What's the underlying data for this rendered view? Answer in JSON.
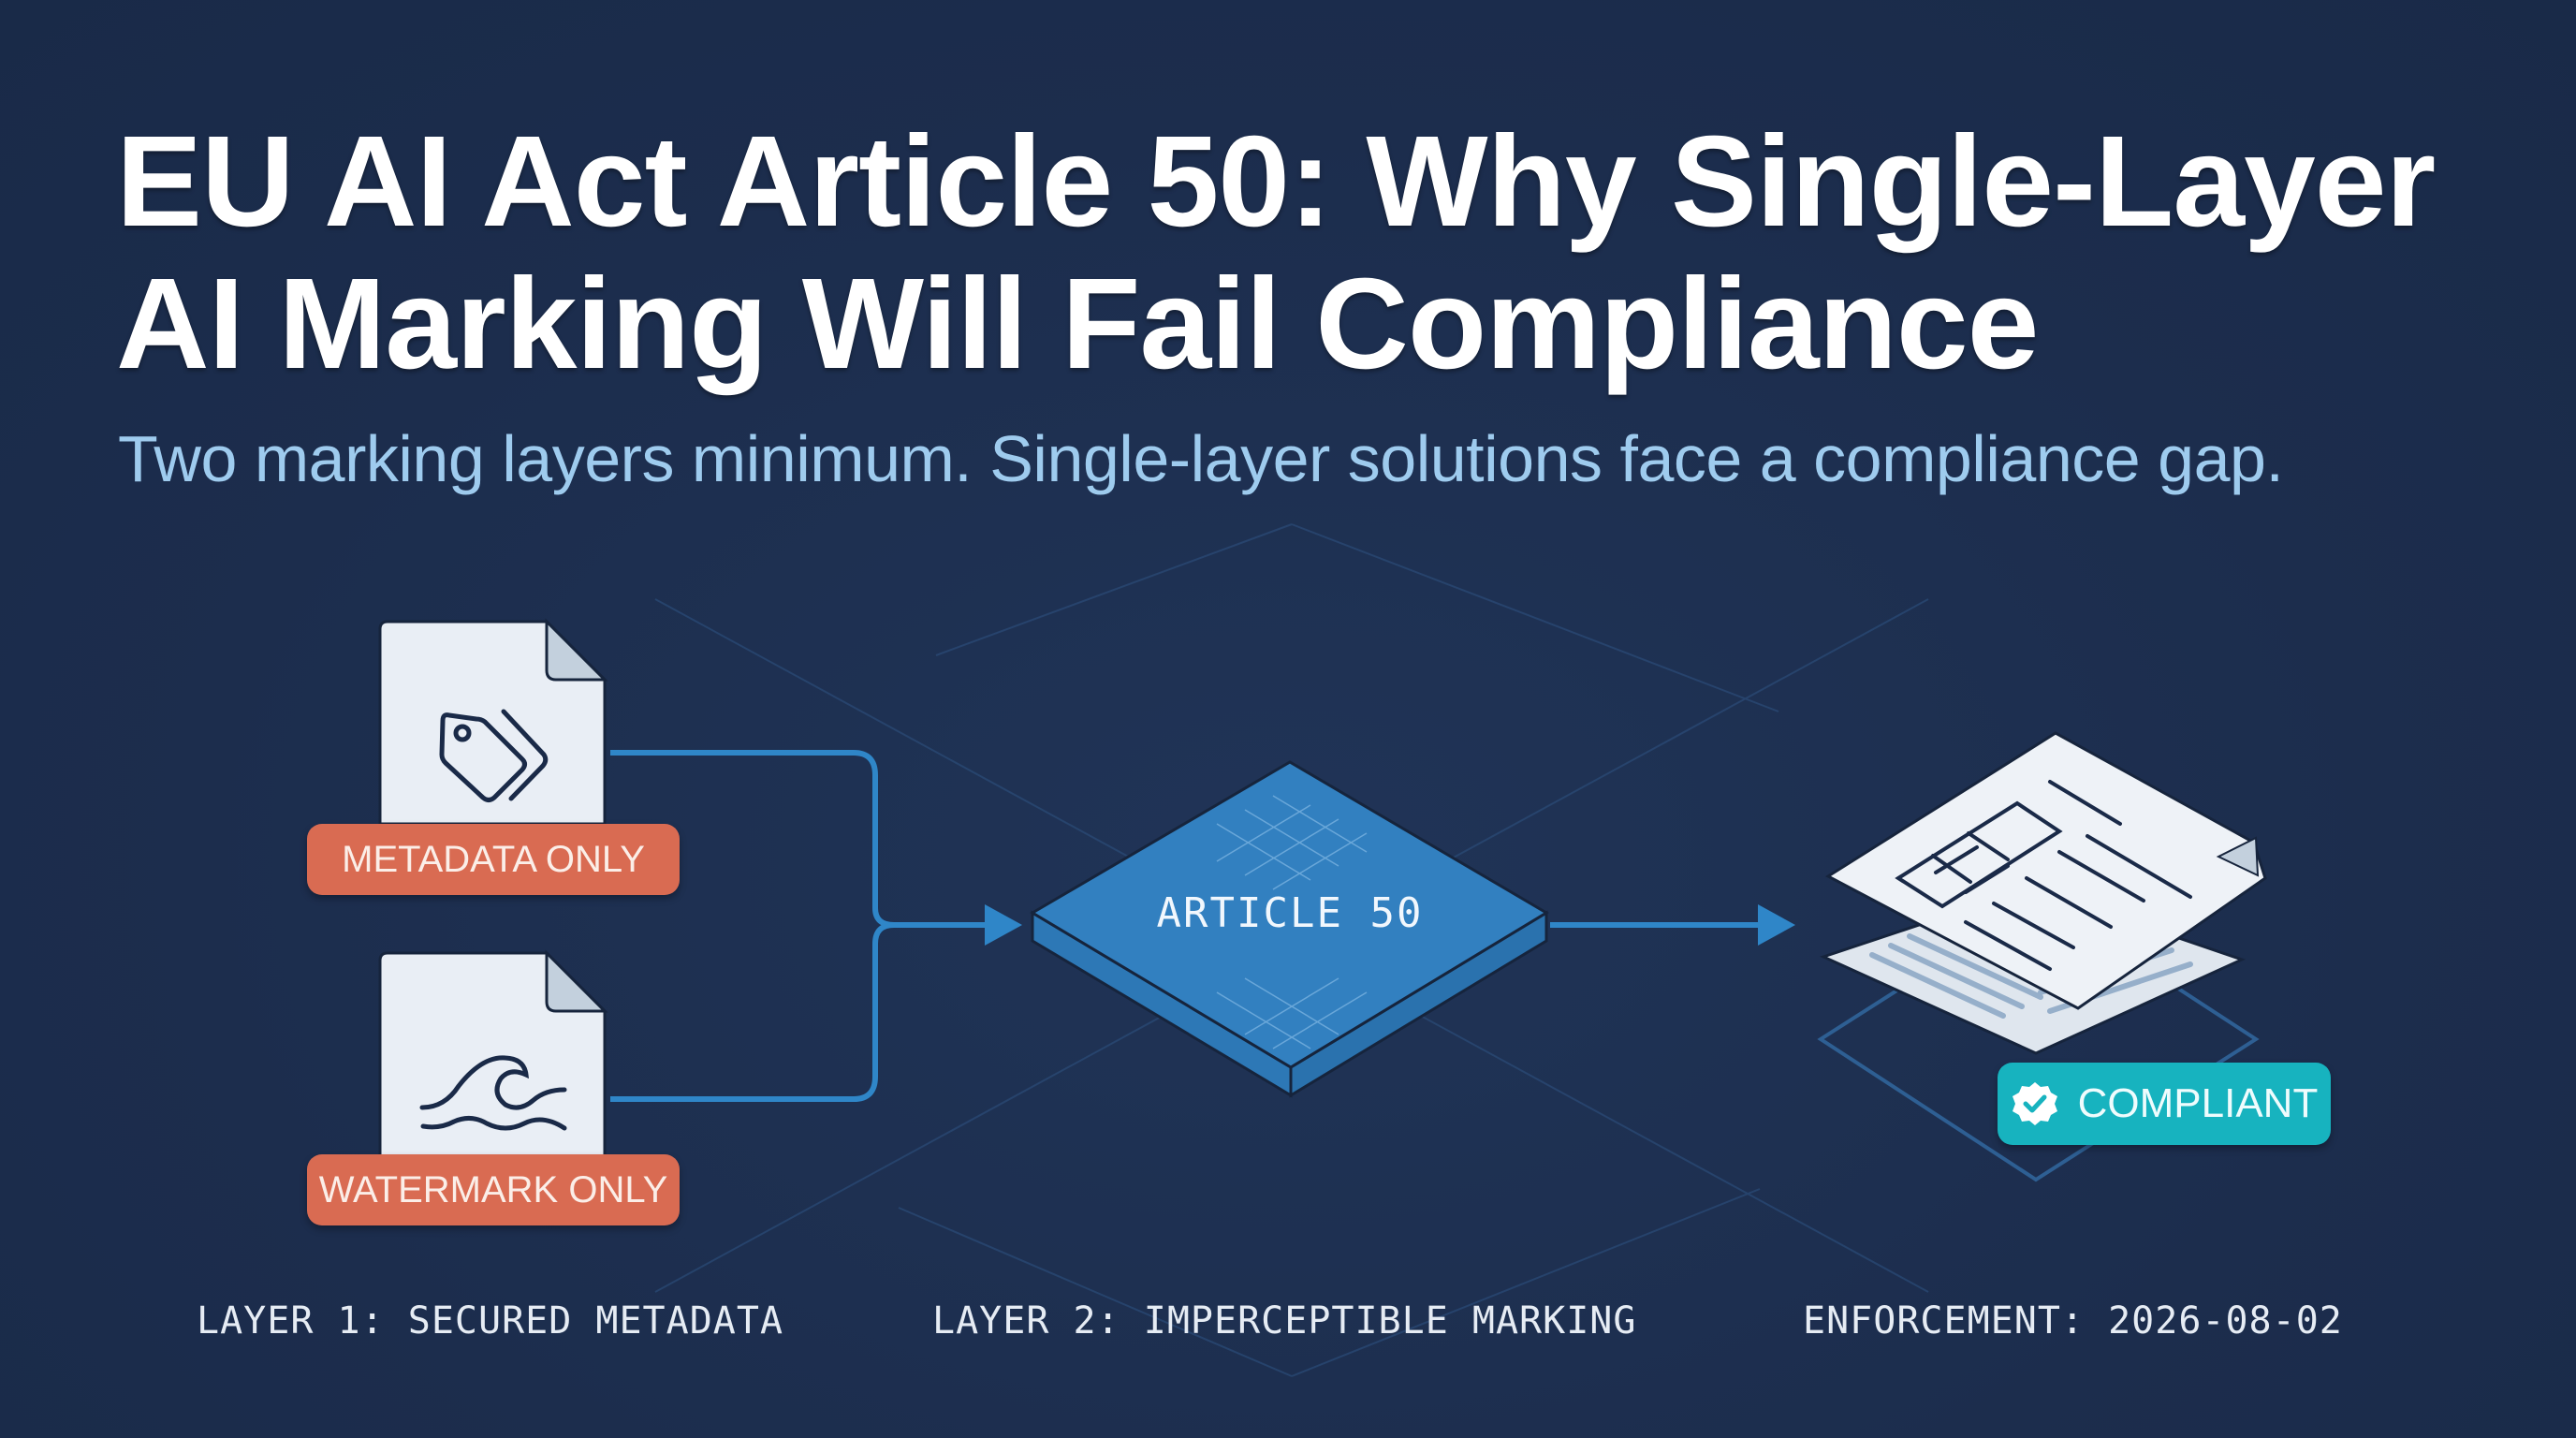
{
  "header": {
    "title_line1": "EU AI Act Article 50: Why Single-Layer",
    "title_line2": "AI Marking Will Fail Compliance",
    "subtitle": "Two marking layers minimum. Single-layer solutions face a compliance gap."
  },
  "inputs": [
    {
      "label": "METADATA ONLY",
      "icon": "tag-icon"
    },
    {
      "label": "WATERMARK ONLY",
      "icon": "wave-icon"
    }
  ],
  "center": {
    "label": "ARTICLE 50",
    "icon": "isometric-platform"
  },
  "output": {
    "badge_label": "COMPLIANT",
    "badge_icon": "check-badge-icon"
  },
  "footer": {
    "layer1": "LAYER 1: SECURED METADATA",
    "layer2": "LAYER 2: IMPERCEPTIBLE MARKING",
    "enforcement": "ENFORCEMENT: 2026-08-02"
  },
  "colors": {
    "background": "#1d2f50",
    "title": "#ffffff",
    "subtitle": "#9ecbee",
    "accent_blue": "#2f86c8",
    "warning_badge": "#d96b52",
    "compliant_badge": "#17b3bf",
    "document": "#e9eef5"
  }
}
